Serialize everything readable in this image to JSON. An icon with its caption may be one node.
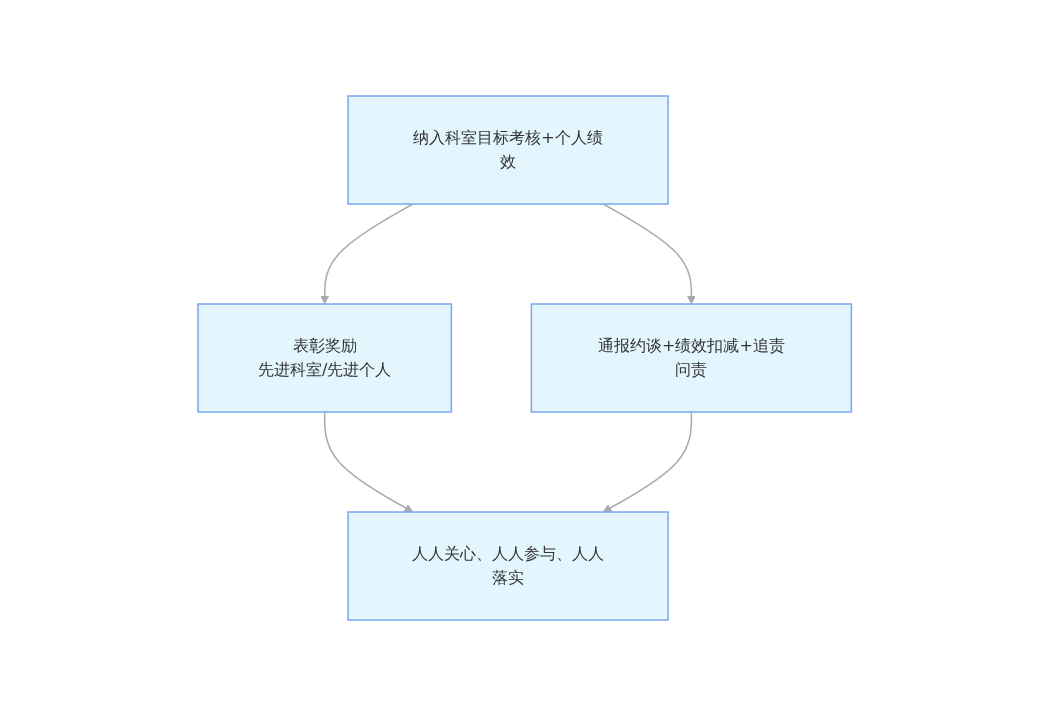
{
  "diagram": {
    "nodes": [
      {
        "text": [
          "纳入科室目标考核+个人绩效"
        ]
      },
      {
        "text": [
          "表彰奖励",
          "先进科室/先进个人"
        ]
      },
      {
        "text": [
          "通报约谈+绩效扣减+追责问责"
        ]
      },
      {
        "text": [
          "人人关心、人人参与、人人落实"
        ]
      }
    ],
    "edges": [
      {
        "from": 0,
        "to": 1,
        "arrow": "to"
      },
      {
        "from": 0,
        "to": 2,
        "arrow": "to"
      },
      {
        "from": 1,
        "to": 3,
        "arrow": "to"
      },
      {
        "from": 2,
        "to": 3,
        "arrow": "to"
      }
    ]
  }
}
